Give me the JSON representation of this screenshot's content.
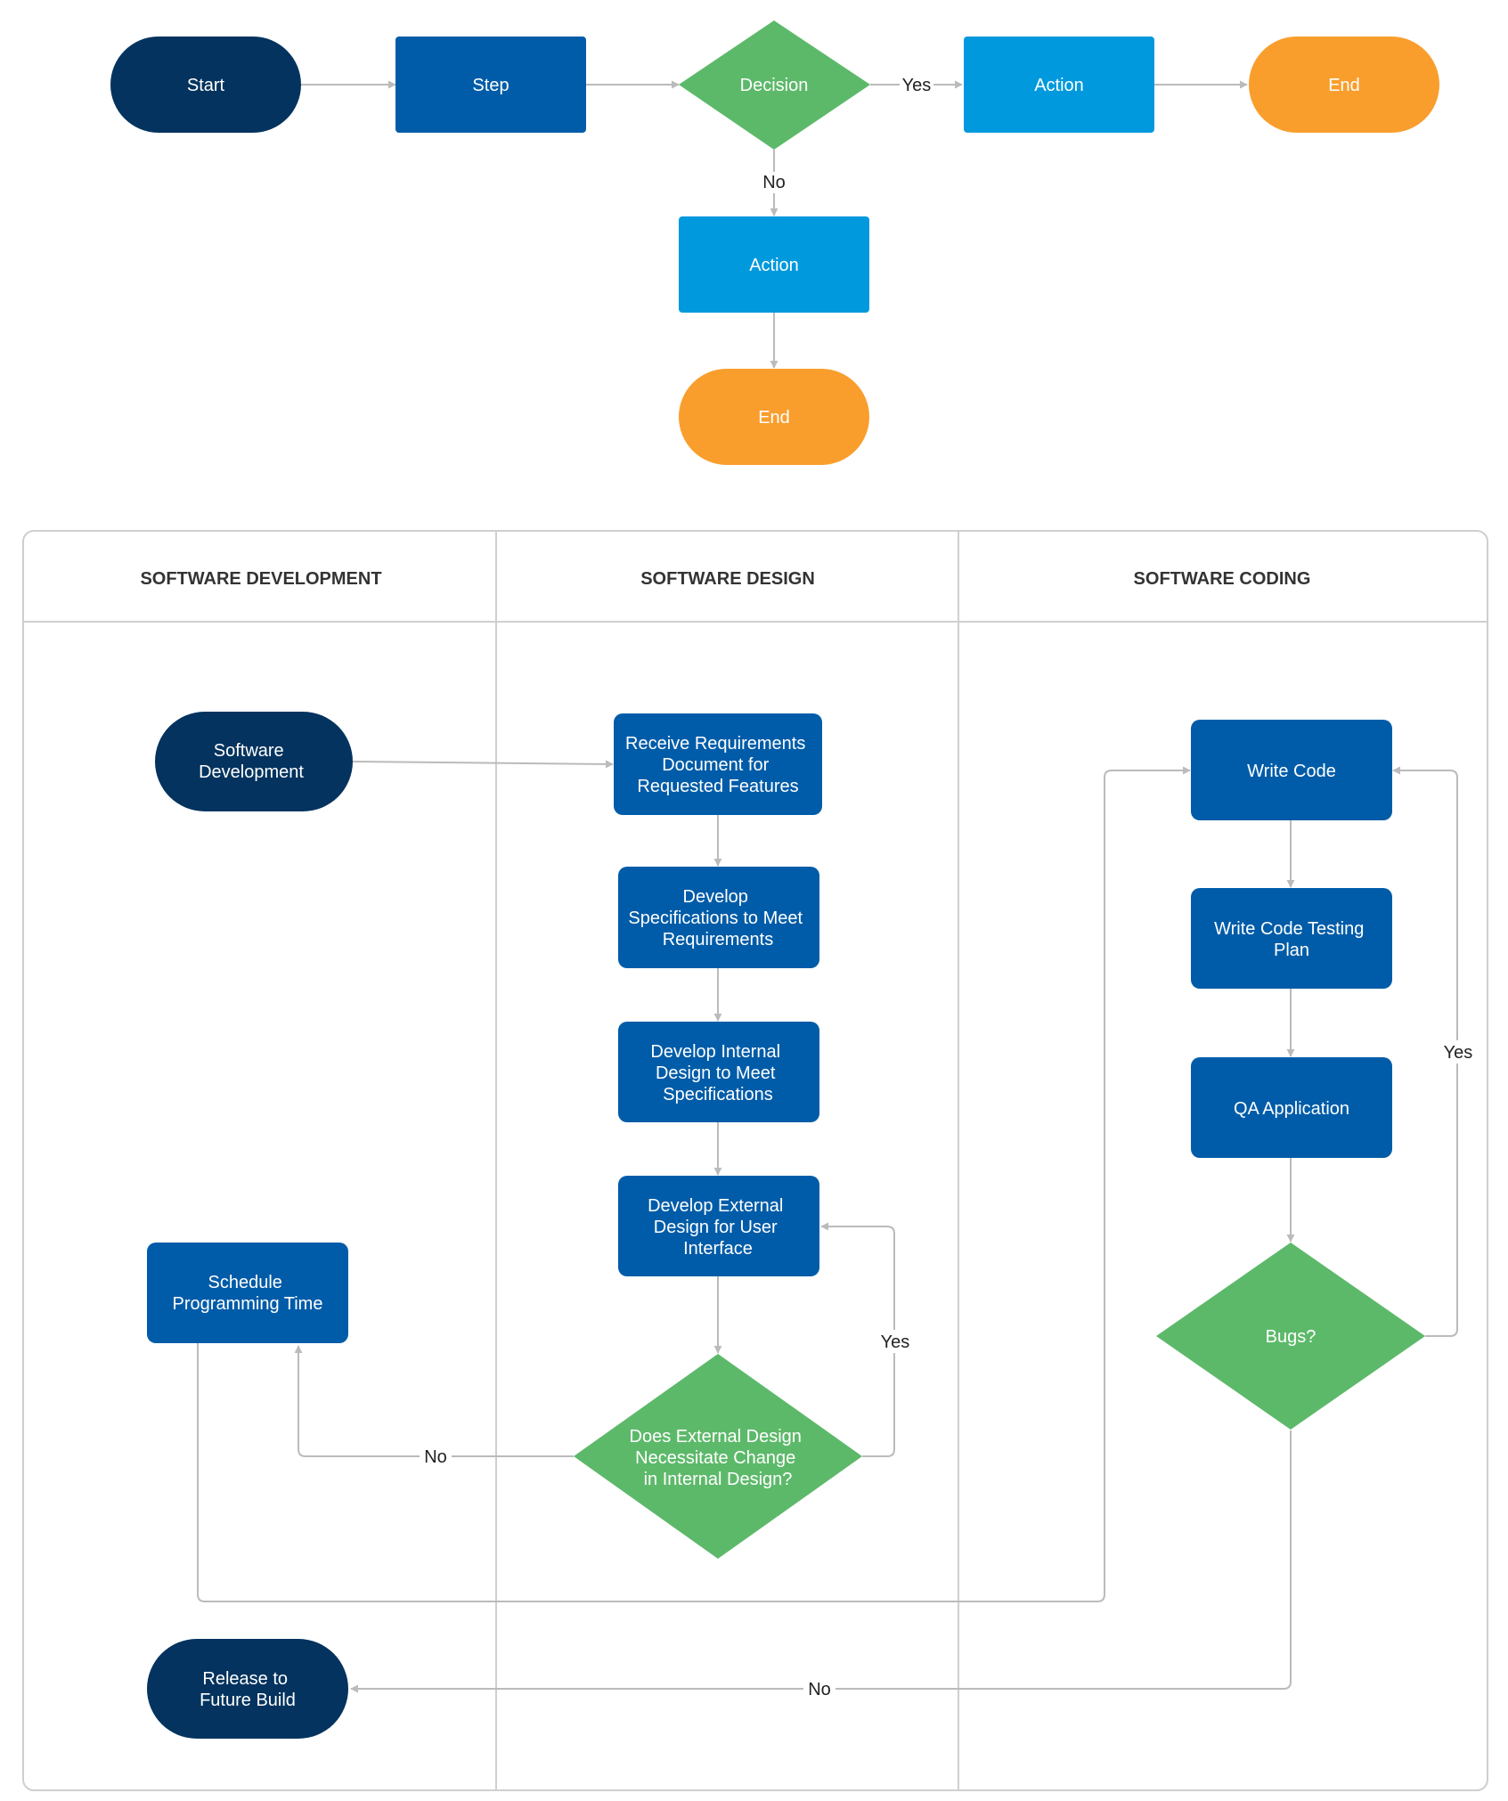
{
  "colors": {
    "navy": "#03335e",
    "blue": "#005ca8",
    "light_blue": "#0099dd",
    "green": "#5db96a",
    "orange": "#f99e2d",
    "connector": "#bbbbbb",
    "lane_border": "#cfcfcf"
  },
  "legend": {
    "start": "Start",
    "step": "Step",
    "decision": "Decision",
    "action_right": "Action",
    "end_right": "End",
    "action_below": "Action",
    "end_below": "End",
    "yes": "Yes",
    "no": "No"
  },
  "swimlanes": {
    "development": "SOFTWARE DEVELOPMENT",
    "design": "SOFTWARE DESIGN",
    "coding": "SOFTWARE CODING"
  },
  "nodes": {
    "software_development": [
      "Software",
      "Development"
    ],
    "receive_requirements": [
      "Receive Requirements",
      "Document for",
      "Requested Features"
    ],
    "develop_specifications": [
      "Develop",
      "Specifications to Meet",
      "Requirements"
    ],
    "develop_internal": [
      "Develop Internal",
      "Design to Meet",
      "Specifications"
    ],
    "develop_external": [
      "Develop External",
      "Design for User",
      "Interface"
    ],
    "external_decision": [
      "Does External Design",
      "Necessitate Change",
      "in Internal Design?"
    ],
    "schedule_programming": [
      "Schedule",
      "Programming Time"
    ],
    "write_code": [
      "Write Code"
    ],
    "write_test_plan": [
      "Write  Code Testing",
      "Plan"
    ],
    "qa_application": [
      "QA Application"
    ],
    "bugs": [
      "Bugs?"
    ],
    "release": [
      "Release to",
      "Future Build"
    ]
  },
  "flow_labels": {
    "design_yes": "Yes",
    "design_no": "No",
    "bugs_yes": "Yes",
    "bugs_no": "No"
  }
}
